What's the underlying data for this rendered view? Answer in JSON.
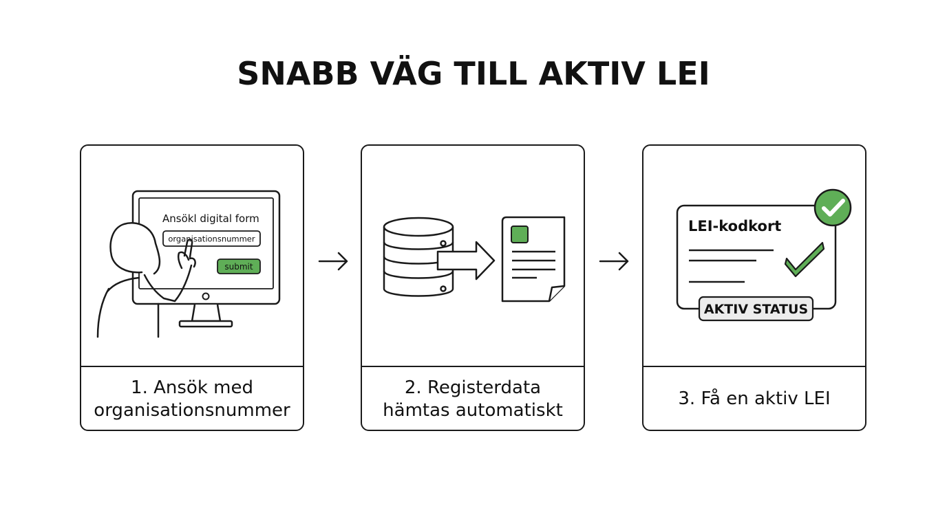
{
  "title": "SNABB VÄG TILL AKTIV LEI",
  "colors": {
    "accent_green": "#5fae57",
    "ink": "#1a1a1a",
    "badge_gray": "#ececec"
  },
  "steps": [
    {
      "caption": "1. Ansök med\norganisationsnummer",
      "illustration": {
        "form_title": "Ansökl digital form",
        "input_text": "organisationsnummer",
        "button_label": "submit",
        "icons": [
          "person-icon",
          "monitor-icon"
        ]
      }
    },
    {
      "caption": "2. Registerdata\nhämtas automatiskt",
      "illustration": {
        "icons": [
          "database-icon",
          "arrow-right-icon",
          "document-icon"
        ]
      }
    },
    {
      "caption": "3. Få en aktiv LEI",
      "illustration": {
        "card_title": "LEI-kodkort",
        "status_label": "AKTIV STATUS",
        "icons": [
          "check-badge-icon",
          "checkmark-icon"
        ]
      }
    }
  ],
  "connectors": [
    "arrow-right-icon",
    "arrow-right-icon"
  ]
}
